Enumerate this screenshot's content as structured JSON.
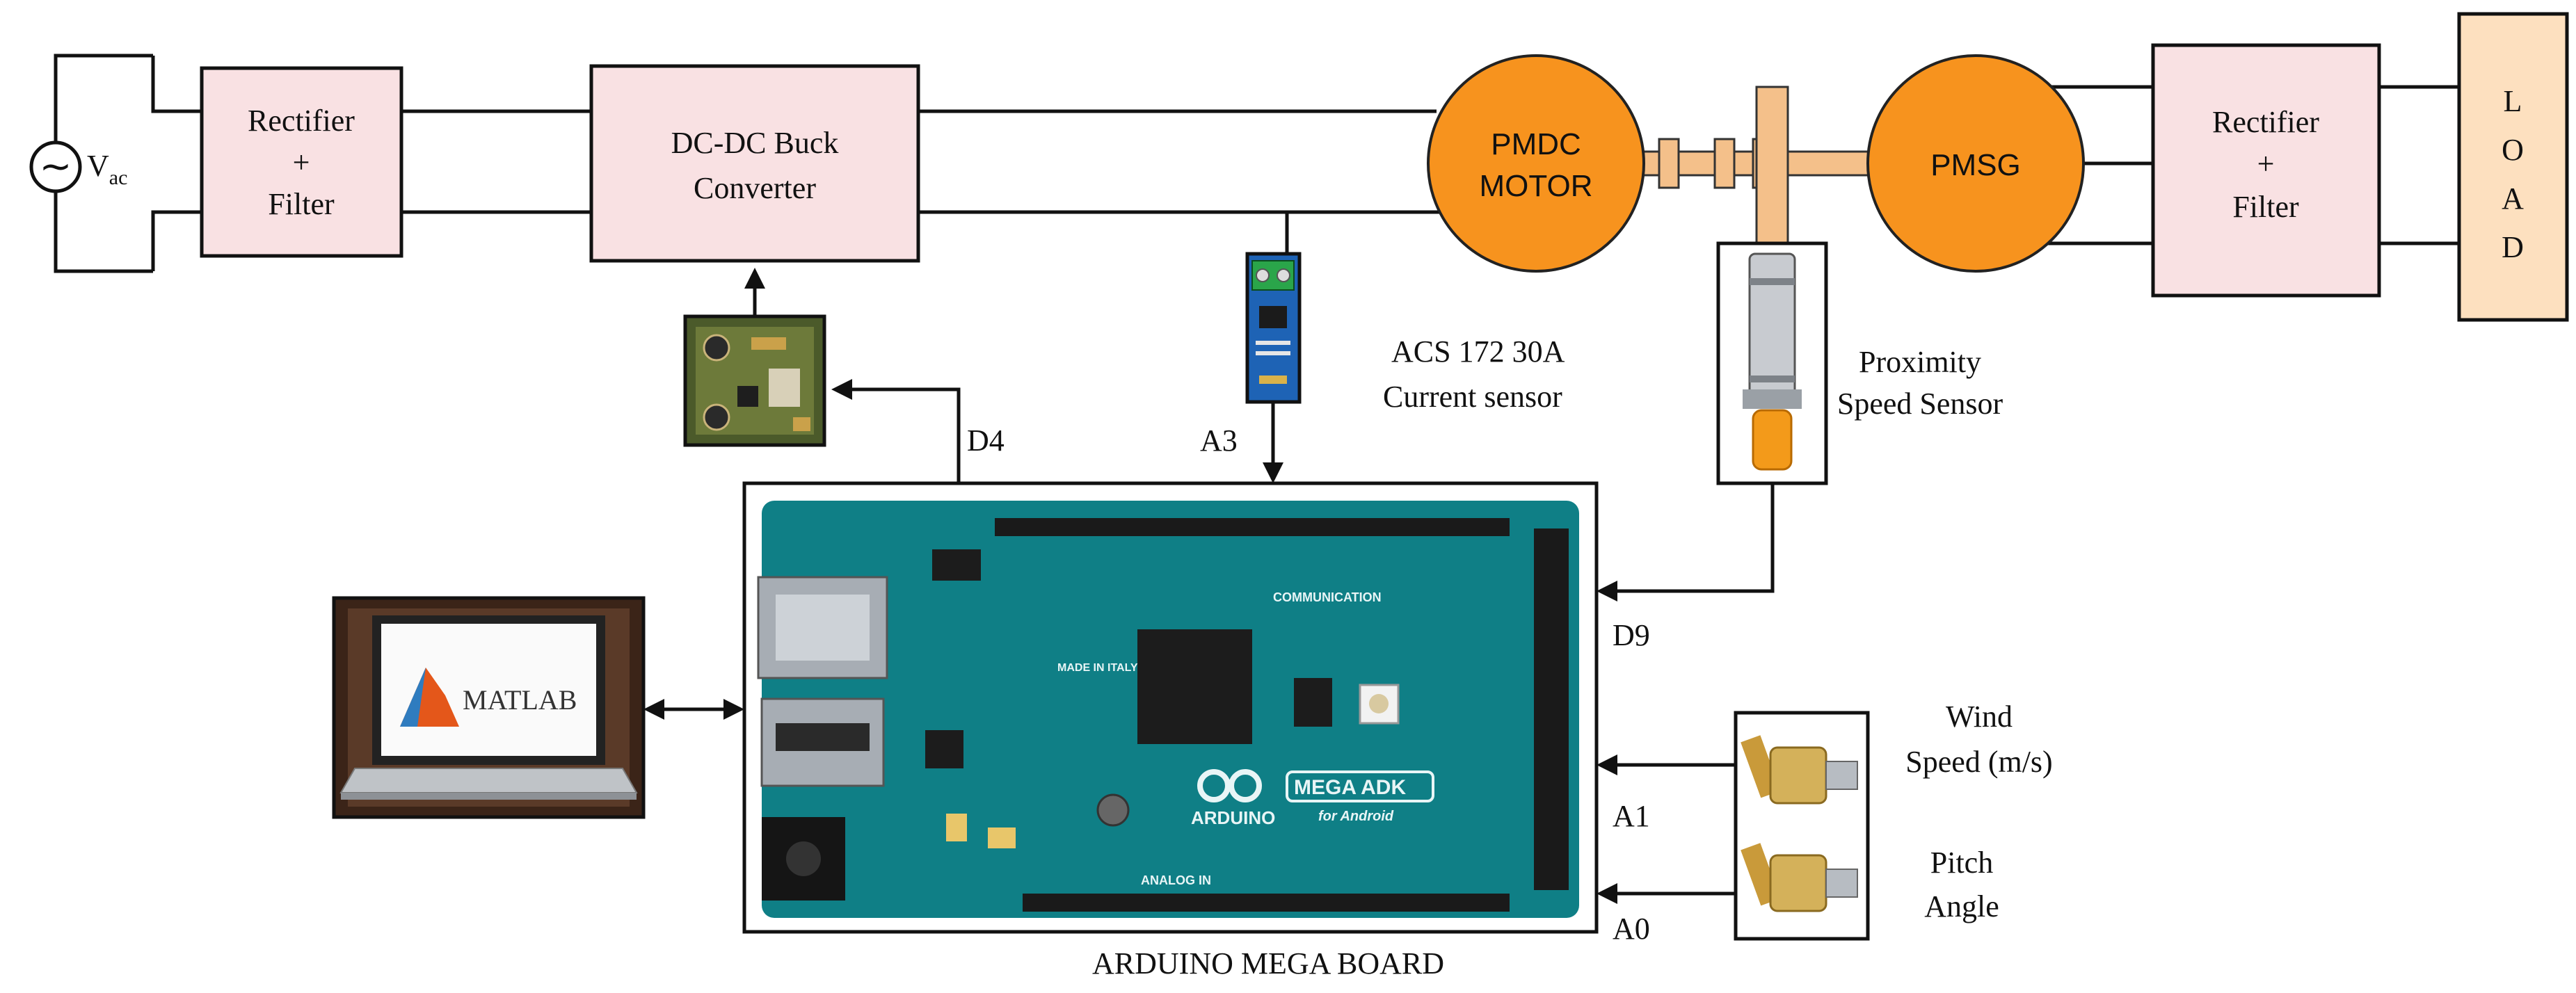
{
  "source": {
    "symbol": "~",
    "label": "V",
    "subscript": "ac"
  },
  "blocks": {
    "rectifier_left": {
      "line1": "Rectifier",
      "line2": "+",
      "line3": "Filter"
    },
    "buck_converter": {
      "line1": "DC-DC Buck",
      "line2": "Converter"
    },
    "rectifier_right": {
      "line1": "Rectifier",
      "line2": "+",
      "line3": "Filter"
    },
    "load": {
      "letters": [
        "L",
        "O",
        "A",
        "D"
      ]
    }
  },
  "machines": {
    "motor": {
      "line1": "PMDC",
      "line2": "MOTOR"
    },
    "generator": {
      "label": "PMSG"
    }
  },
  "sensors": {
    "current": {
      "line1": "ACS 172 30A",
      "line2": "Current sensor"
    },
    "proximity": {
      "line1": "Proximity",
      "line2": "Speed Sensor"
    },
    "wind": {
      "line1": "Wind",
      "line2": "Speed (m/s)"
    },
    "pitch": {
      "line1": "Pitch",
      "line2": "Angle"
    }
  },
  "pins": {
    "d4": "D4",
    "a3": "A3",
    "d9": "D9",
    "a1": "A1",
    "a0": "A0"
  },
  "board": {
    "caption": "ARDUINO MEGA BOARD",
    "brand": "ARDUINO",
    "model": "MEGA ADK",
    "model_sub": "for Android",
    "silk_communication": "COMMUNICATION",
    "silk_analog": "ANALOG IN",
    "silk_made": "MADE IN ITALY"
  },
  "laptop": {
    "logo_text": "MATLAB"
  },
  "colors": {
    "block_fill": "#f9e1e3",
    "machine_fill": "#f7931e",
    "shaft": "#f4c08a",
    "board": "#0f7f86",
    "load_fill": "#fde0bf"
  }
}
